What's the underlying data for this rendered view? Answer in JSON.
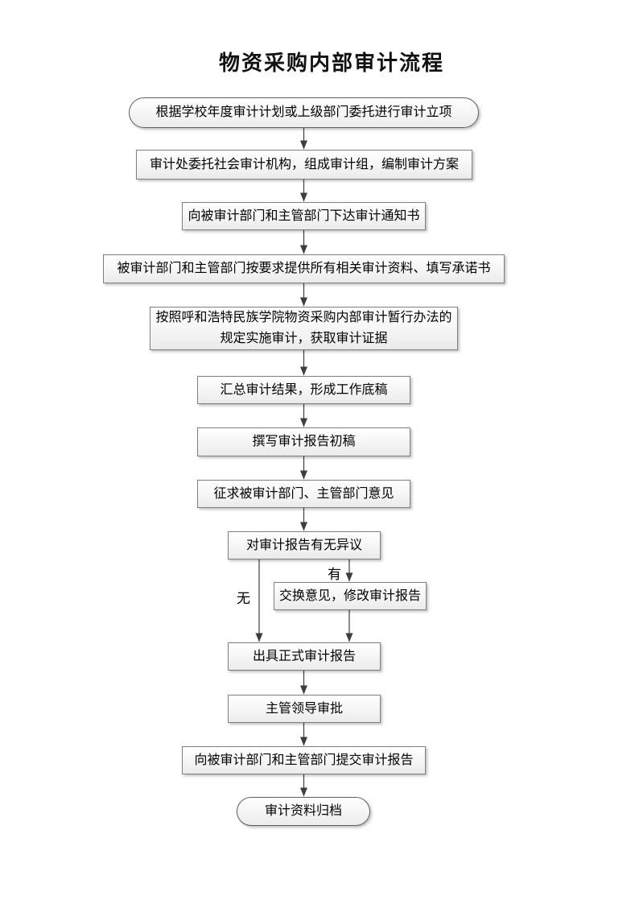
{
  "page": {
    "title": "物资采购内部审计流程"
  },
  "flowchart": {
    "nodes": [
      {
        "id": "start",
        "shape": "stadium",
        "text": "根据学校年度审计计划或上级部门委托进行审计立项"
      },
      {
        "id": "form-audit-team",
        "shape": "rect",
        "text": "审计处委托社会审计机构，组成审计组，编制审计方案"
      },
      {
        "id": "issue-notice",
        "shape": "rect",
        "text": "向被审计部门和主管部门下达审计通知书"
      },
      {
        "id": "provide-materials",
        "shape": "rect",
        "text": "被审计部门和主管部门按要求提供所有相关审计资料、填写承诺书"
      },
      {
        "id": "implement-audit",
        "shape": "rect",
        "text": "按照呼和浩特民族学院物资采购内部审计暂行办法的规定实施审计，获取审计证据",
        "lines": [
          "按照呼和浩特民族学院物资采购内部审计暂行办法的",
          "规定实施审计，获取审计证据"
        ]
      },
      {
        "id": "summarize-results",
        "shape": "rect",
        "text": "汇总审计结果，形成工作底稿"
      },
      {
        "id": "draft-report",
        "shape": "rect",
        "text": "撰写审计报告初稿"
      },
      {
        "id": "solicit-opinions",
        "shape": "rect",
        "text": "征求被审计部门、主管部门意见"
      },
      {
        "id": "objection-check",
        "shape": "rect",
        "text": "对审计报告有无异议"
      },
      {
        "id": "revise-report",
        "shape": "rect",
        "text": "交换意见，修改审计报告"
      },
      {
        "id": "formal-report",
        "shape": "rect",
        "text": "出具正式审计报告"
      },
      {
        "id": "leader-approval",
        "shape": "rect",
        "text": "主管领导审批"
      },
      {
        "id": "submit-report",
        "shape": "rect",
        "text": "向被审计部门和主管部门提交审计报告"
      },
      {
        "id": "archive",
        "shape": "stadium",
        "text": "审计资料归档"
      }
    ],
    "branch_labels": {
      "has_objection": "有",
      "no_objection": "无"
    },
    "colors": {
      "node_border": "#7f7f7f",
      "node_fill_top": "#ffffff",
      "node_fill_bottom": "#ebebeb",
      "connector": "#3d3d3d",
      "text": "#000000"
    }
  }
}
